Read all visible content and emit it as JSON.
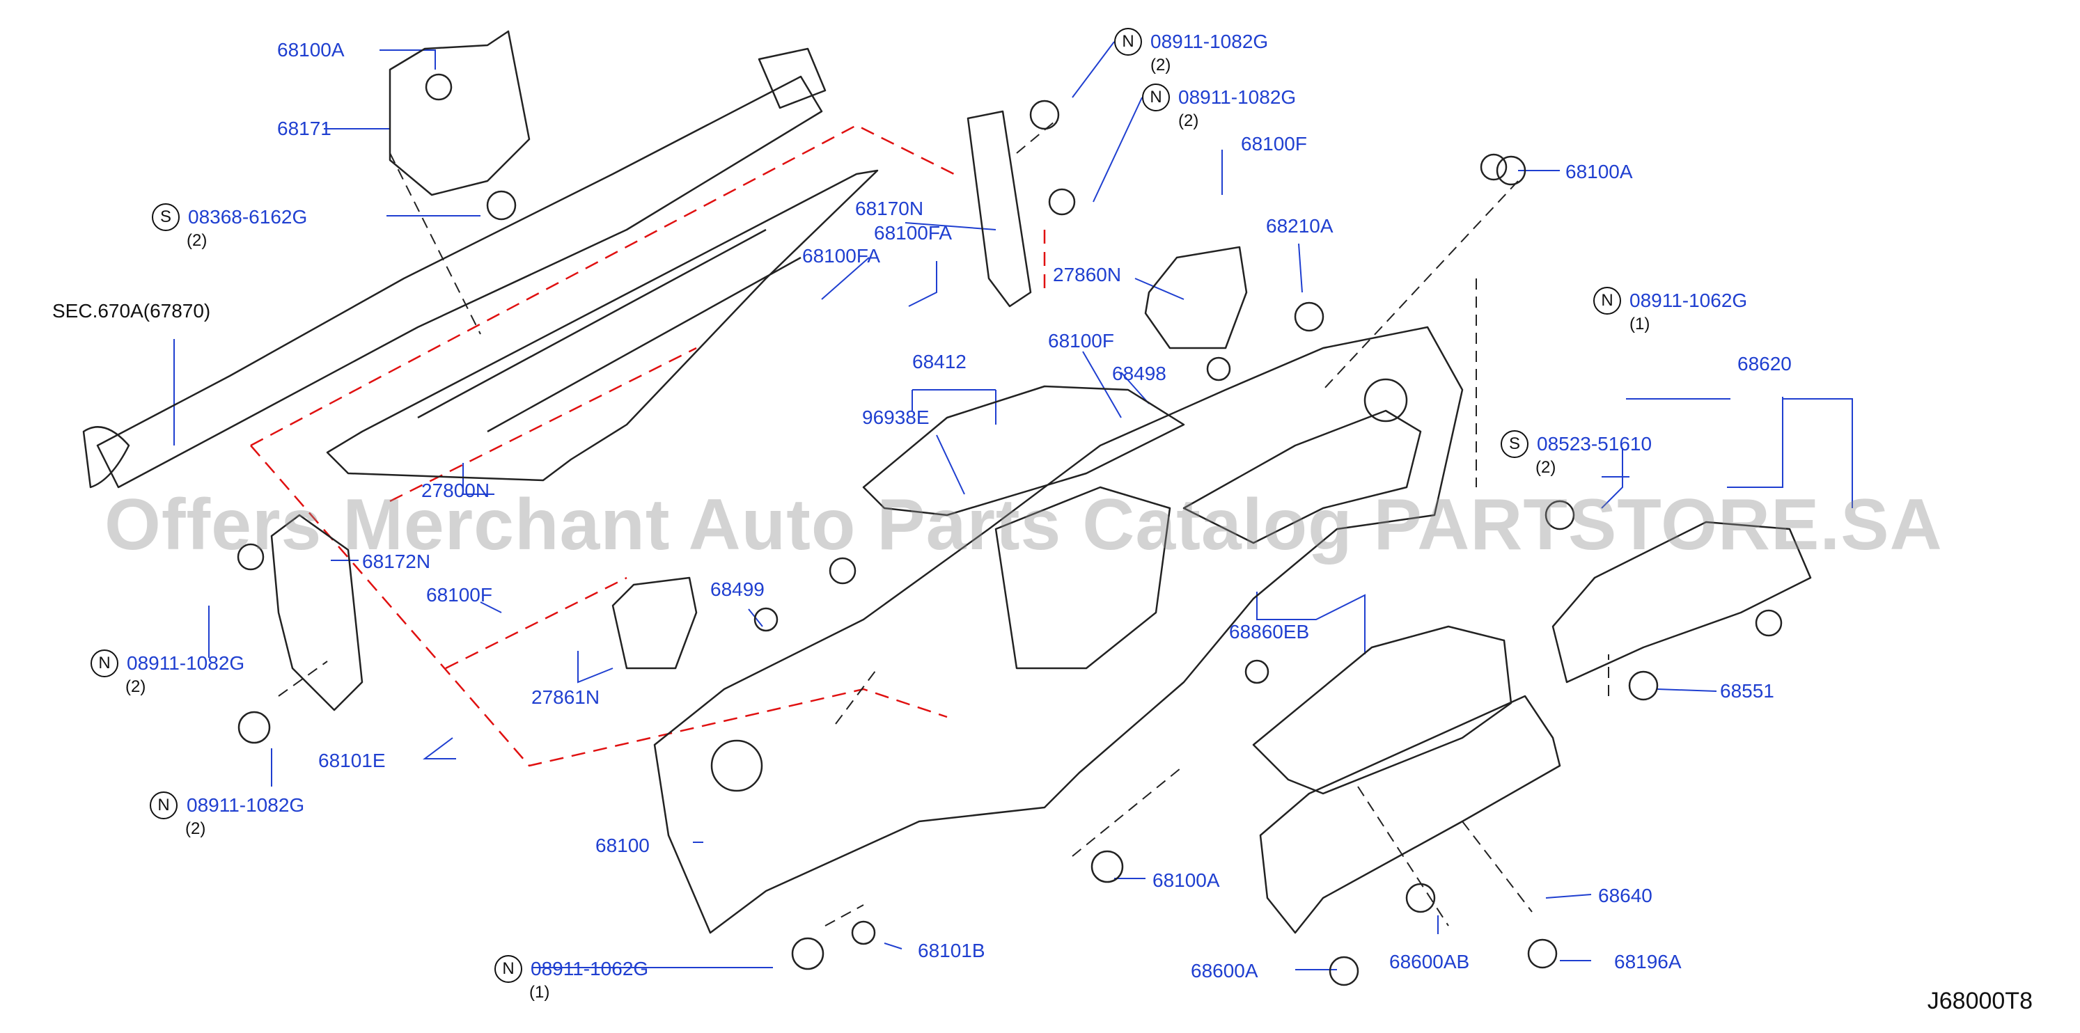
{
  "diagram": {
    "figure_id": "J68000T8",
    "watermark": "Offers Merchant Auto Parts Catalog PARTSTORE.SA",
    "colors": {
      "label": "#1f3fd0",
      "leader": "#1f3fd0",
      "outline": "#222222",
      "boundary": "#e01010"
    },
    "section_ref": "SEC.670A(67870)",
    "labels": [
      {
        "id": "l1",
        "text": "68100A"
      },
      {
        "id": "l2",
        "text": "68171"
      },
      {
        "id": "l3",
        "text": "08368-6162G",
        "badge": "S",
        "qty": "(2)"
      },
      {
        "id": "l4",
        "text": "08911-1082G",
        "badge": "N",
        "qty": "(2)"
      },
      {
        "id": "l5",
        "text": "08911-1082G",
        "badge": "N",
        "qty": "(2)"
      },
      {
        "id": "l6",
        "text": "68100F"
      },
      {
        "id": "l7",
        "text": "68170N"
      },
      {
        "id": "l8",
        "text": "68100FA"
      },
      {
        "id": "l9",
        "text": "68100FA"
      },
      {
        "id": "l10",
        "text": "27860N"
      },
      {
        "id": "l11",
        "text": "68210A"
      },
      {
        "id": "l12",
        "text": "68100A"
      },
      {
        "id": "l13",
        "text": "08911-1062G",
        "badge": "N",
        "qty": "(1)"
      },
      {
        "id": "l14",
        "text": "68412"
      },
      {
        "id": "l15",
        "text": "68100F"
      },
      {
        "id": "l16",
        "text": "68498"
      },
      {
        "id": "l17",
        "text": "96938E"
      },
      {
        "id": "l18",
        "text": "27800N"
      },
      {
        "id": "l19",
        "text": "68620"
      },
      {
        "id": "l20",
        "text": "08523-51610",
        "badge": "S",
        "qty": "(2)"
      },
      {
        "id": "l21",
        "text": "68172N"
      },
      {
        "id": "l22",
        "text": "68100F"
      },
      {
        "id": "l23",
        "text": "68499"
      },
      {
        "id": "l24",
        "text": "68860EB"
      },
      {
        "id": "l25",
        "text": "08911-1082G",
        "badge": "N",
        "qty": "(2)"
      },
      {
        "id": "l26",
        "text": "27861N"
      },
      {
        "id": "l27",
        "text": "68551"
      },
      {
        "id": "l28",
        "text": "68101E"
      },
      {
        "id": "l29",
        "text": "08911-1082G",
        "badge": "N",
        "qty": "(2)"
      },
      {
        "id": "l30",
        "text": "68100"
      },
      {
        "id": "l31",
        "text": "68100A"
      },
      {
        "id": "l32",
        "text": "68640"
      },
      {
        "id": "l33",
        "text": "68101B"
      },
      {
        "id": "l34",
        "text": "08911-1062G",
        "badge": "N",
        "qty": "(1)"
      },
      {
        "id": "l35",
        "text": "68600A"
      },
      {
        "id": "l36",
        "text": "68600AB"
      },
      {
        "id": "l37",
        "text": "68196A"
      }
    ]
  }
}
